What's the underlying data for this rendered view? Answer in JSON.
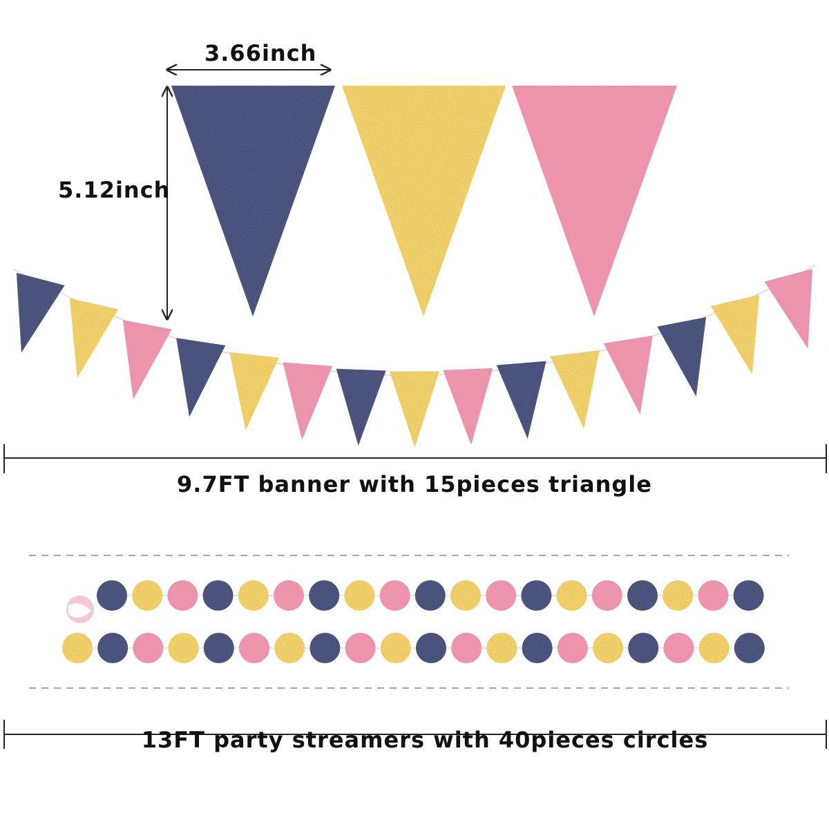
{
  "dimensions": {
    "flag_width": "3.66inch",
    "flag_height": "5.12inch"
  },
  "captions": {
    "banner": "9.7FT banner with 15pieces triangle",
    "streamers": "13FT party streamers with 40pieces circles"
  },
  "colors": {
    "navy": "#1f2b5c",
    "gold": "#e8b81f",
    "pink": "#e9809e",
    "line": "#222222",
    "dash": "#888888"
  },
  "banner": {
    "flag_count": 15,
    "pattern": [
      "navy",
      "gold",
      "pink"
    ]
  },
  "streamers": {
    "row1": [
      "navy",
      "gold",
      "pink",
      "navy",
      "gold",
      "pink",
      "navy",
      "gold",
      "pink",
      "navy",
      "gold",
      "pink",
      "navy",
      "gold",
      "pink",
      "navy",
      "gold",
      "pink",
      "navy"
    ],
    "row2": [
      "gold",
      "navy",
      "pink",
      "gold",
      "navy",
      "pink",
      "gold",
      "navy",
      "pink",
      "gold",
      "navy",
      "pink",
      "gold",
      "navy",
      "pink",
      "gold",
      "navy",
      "pink",
      "gold",
      "navy"
    ]
  }
}
